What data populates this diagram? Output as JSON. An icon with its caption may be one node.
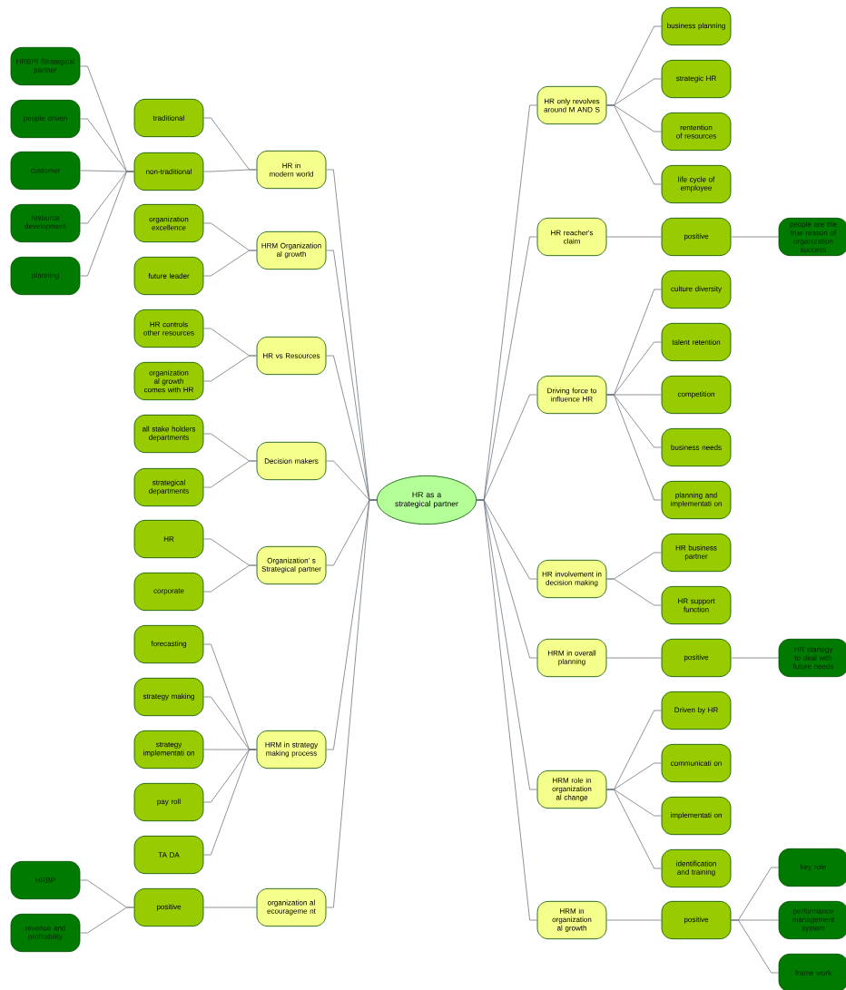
{
  "diagram": {
    "nodes": [
      {
        "text": [
          "HR as a strategical partner"
        ]
      },
      {
        "text": [
          "HR in modern world"
        ]
      },
      {
        "text": [
          "traditional"
        ]
      },
      {
        "text": [
          "non-traditional"
        ]
      },
      {
        "text": [
          "HRBP/ Strategical partner"
        ]
      },
      {
        "text": [
          "people driven"
        ]
      },
      {
        "text": [
          "customer"
        ]
      },
      {
        "text": [
          "resource development"
        ]
      },
      {
        "text": [
          "planning"
        ]
      },
      {
        "text": [
          "HRM Organization al growth"
        ]
      },
      {
        "text": [
          "organization excellence"
        ]
      },
      {
        "text": [
          "future leader"
        ]
      },
      {
        "text": [
          "HR vs Resources"
        ]
      },
      {
        "text": [
          "HR controls other resources"
        ]
      },
      {
        "text": [
          "organization al growth comes with HR"
        ]
      },
      {
        "text": [
          "Decision makers"
        ]
      },
      {
        "text": [
          "all stake holders departments"
        ]
      },
      {
        "text": [
          "strategical departments"
        ]
      },
      {
        "text": [
          "Organization' s Strategical partner"
        ]
      },
      {
        "text": [
          "HR"
        ]
      },
      {
        "text": [
          "corporate"
        ]
      },
      {
        "text": [
          "HRM in strategy making process"
        ]
      },
      {
        "text": [
          "forecasting"
        ]
      },
      {
        "text": [
          "strategy making"
        ]
      },
      {
        "text": [
          "strategy implementati on"
        ]
      },
      {
        "text": [
          "pay roll"
        ]
      },
      {
        "text": [
          "TA DA"
        ]
      },
      {
        "text": [
          "organization al ecourageme nt"
        ]
      },
      {
        "text": [
          "positive"
        ]
      },
      {
        "text": [
          "HRBP"
        ]
      },
      {
        "text": [
          "revenue and profitability"
        ]
      },
      {
        "text": [
          "HR only revolves around M AND S"
        ]
      },
      {
        "text": [
          "business planning"
        ]
      },
      {
        "text": [
          "strategic HR"
        ]
      },
      {
        "text": [
          "rentention of resources"
        ]
      },
      {
        "text": [
          "life cycle of employee"
        ]
      },
      {
        "text": [
          "HR reacher's claim"
        ]
      },
      {
        "text": [
          "positive"
        ]
      },
      {
        "text": [
          "people are the true reason of organization success"
        ]
      },
      {
        "text": [
          "Driving force to influence HR"
        ]
      },
      {
        "text": [
          "culture diversity"
        ]
      },
      {
        "text": [
          "talent retention"
        ]
      },
      {
        "text": [
          "competition"
        ]
      },
      {
        "text": [
          "business needs"
        ]
      },
      {
        "text": [
          "planning and implementati on"
        ]
      },
      {
        "text": [
          "HR involvement in decision making"
        ]
      },
      {
        "text": [
          "HR business partner"
        ]
      },
      {
        "text": [
          "HR support function"
        ]
      },
      {
        "text": [
          "HRM in overall planning"
        ]
      },
      {
        "text": [
          "positive"
        ]
      },
      {
        "text": [
          "HR startegy to deal with future needs"
        ]
      },
      {
        "text": [
          "HRM role in organization al change"
        ]
      },
      {
        "text": [
          "Driven by HR"
        ]
      },
      {
        "text": [
          "communicati on"
        ]
      },
      {
        "text": [
          "implementati on"
        ]
      },
      {
        "text": [
          "identification and training"
        ]
      },
      {
        "text": [
          "HRM in organization al growth"
        ]
      },
      {
        "text": [
          "positive"
        ]
      },
      {
        "text": [
          "key role"
        ]
      },
      {
        "text": [
          "performance management system"
        ]
      },
      {
        "text": [
          "frame work"
        ]
      }
    ],
    "edges": [
      {
        "from": 0,
        "to": 1,
        "arrow": "none"
      },
      {
        "from": 1,
        "to": 2,
        "arrow": "none"
      },
      {
        "from": 1,
        "to": 3,
        "arrow": "none"
      },
      {
        "from": 3,
        "to": 4,
        "arrow": "none"
      },
      {
        "from": 3,
        "to": 5,
        "arrow": "none"
      },
      {
        "from": 3,
        "to": 6,
        "arrow": "none"
      },
      {
        "from": 3,
        "to": 7,
        "arrow": "none"
      },
      {
        "from": 3,
        "to": 8,
        "arrow": "none"
      },
      {
        "from": 0,
        "to": 9,
        "arrow": "none"
      },
      {
        "from": 9,
        "to": 10,
        "arrow": "none"
      },
      {
        "from": 9,
        "to": 11,
        "arrow": "none"
      },
      {
        "from": 0,
        "to": 12,
        "arrow": "none"
      },
      {
        "from": 12,
        "to": 13,
        "arrow": "none"
      },
      {
        "from": 12,
        "to": 14,
        "arrow": "none"
      },
      {
        "from": 0,
        "to": 15,
        "arrow": "none"
      },
      {
        "from": 15,
        "to": 16,
        "arrow": "none"
      },
      {
        "from": 15,
        "to": 17,
        "arrow": "none"
      },
      {
        "from": 0,
        "to": 18,
        "arrow": "none"
      },
      {
        "from": 18,
        "to": 19,
        "arrow": "none"
      },
      {
        "from": 18,
        "to": 20,
        "arrow": "none"
      },
      {
        "from": 0,
        "to": 21,
        "arrow": "none"
      },
      {
        "from": 21,
        "to": 22,
        "arrow": "none"
      },
      {
        "from": 21,
        "to": 23,
        "arrow": "none"
      },
      {
        "from": 21,
        "to": 24,
        "arrow": "none"
      },
      {
        "from": 21,
        "to": 25,
        "arrow": "none"
      },
      {
        "from": 21,
        "to": 26,
        "arrow": "none"
      },
      {
        "from": 0,
        "to": 27,
        "arrow": "none"
      },
      {
        "from": 27,
        "to": 28,
        "arrow": "none"
      },
      {
        "from": 28,
        "to": 29,
        "arrow": "none"
      },
      {
        "from": 28,
        "to": 30,
        "arrow": "none"
      },
      {
        "from": 0,
        "to": 31,
        "arrow": "none"
      },
      {
        "from": 31,
        "to": 32,
        "arrow": "none"
      },
      {
        "from": 31,
        "to": 33,
        "arrow": "none"
      },
      {
        "from": 31,
        "to": 34,
        "arrow": "none"
      },
      {
        "from": 31,
        "to": 35,
        "arrow": "none"
      },
      {
        "from": 0,
        "to": 36,
        "arrow": "none"
      },
      {
        "from": 36,
        "to": 37,
        "arrow": "none"
      },
      {
        "from": 37,
        "to": 38,
        "arrow": "none"
      },
      {
        "from": 0,
        "to": 39,
        "arrow": "none"
      },
      {
        "from": 39,
        "to": 40,
        "arrow": "none"
      },
      {
        "from": 39,
        "to": 41,
        "arrow": "none"
      },
      {
        "from": 39,
        "to": 42,
        "arrow": "none"
      },
      {
        "from": 39,
        "to": 43,
        "arrow": "none"
      },
      {
        "from": 39,
        "to": 44,
        "arrow": "none"
      },
      {
        "from": 0,
        "to": 45,
        "arrow": "none"
      },
      {
        "from": 45,
        "to": 46,
        "arrow": "none"
      },
      {
        "from": 45,
        "to": 47,
        "arrow": "none"
      },
      {
        "from": 0,
        "to": 48,
        "arrow": "none"
      },
      {
        "from": 48,
        "to": 49,
        "arrow": "none"
      },
      {
        "from": 49,
        "to": 50,
        "arrow": "none"
      },
      {
        "from": 0,
        "to": 51,
        "arrow": "none"
      },
      {
        "from": 51,
        "to": 52,
        "arrow": "none"
      },
      {
        "from": 51,
        "to": 53,
        "arrow": "none"
      },
      {
        "from": 51,
        "to": 54,
        "arrow": "none"
      },
      {
        "from": 51,
        "to": 55,
        "arrow": "none"
      },
      {
        "from": 0,
        "to": 56,
        "arrow": "none"
      },
      {
        "from": 56,
        "to": 57,
        "arrow": "none"
      },
      {
        "from": 57,
        "to": 58,
        "arrow": "none"
      },
      {
        "from": 57,
        "to": 59,
        "arrow": "none"
      },
      {
        "from": 57,
        "to": 60,
        "arrow": "none"
      }
    ]
  }
}
